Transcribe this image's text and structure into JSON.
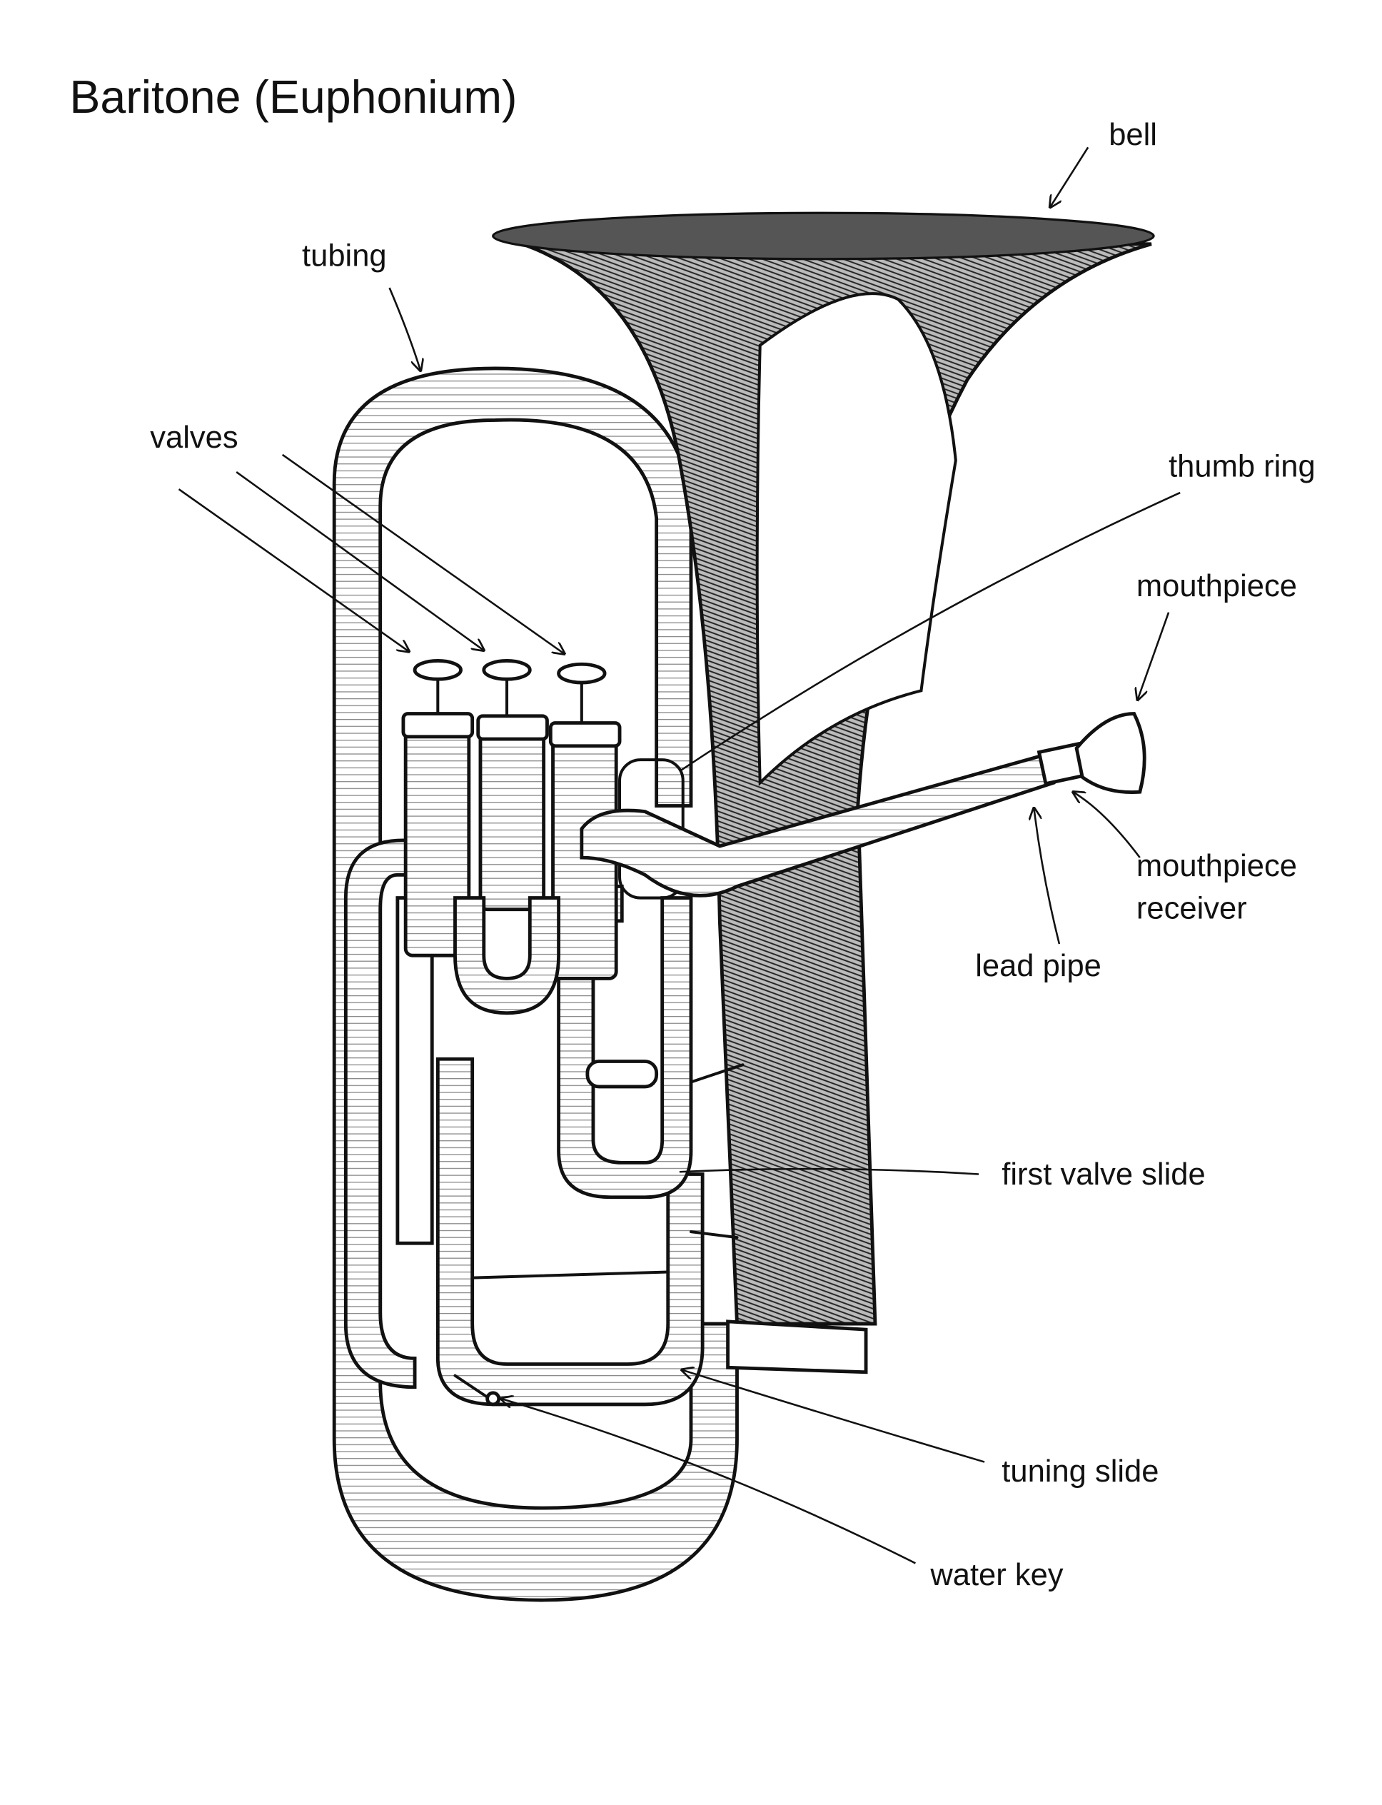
{
  "title": "Baritone (Euphonium)",
  "labels": {
    "bell": "bell",
    "tubing": "tubing",
    "valves": "valves",
    "thumb_ring": "thumb ring",
    "mouthpiece": "mouthpiece",
    "mouthpiece_receiver_line1": "mouthpiece",
    "mouthpiece_receiver_line2": "receiver",
    "lead_pipe": "lead pipe",
    "first_valve_slide": "first valve slide",
    "tuning_slide": "tuning slide",
    "water_key": "water key"
  }
}
